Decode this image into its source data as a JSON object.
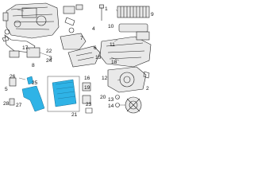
{
  "callouts": {
    "c1": "1",
    "c2": "2",
    "c3": "3",
    "c4": "4",
    "c5": "5",
    "c6": "6",
    "c7": "7",
    "c8": "8",
    "c9": "9",
    "c10": "10",
    "c11": "11",
    "c12": "12",
    "c13": "13",
    "c14": "14",
    "c15": "15",
    "c16": "16",
    "c17": "17",
    "c18": "18",
    "c19": "19",
    "c20": "20",
    "c21": "21",
    "c22": "22",
    "c23": "23",
    "c24": "24",
    "c25": "25",
    "c26": "26",
    "c27": "27",
    "c28": "28"
  },
  "colors": {
    "highlight": "#2fb3e6",
    "line": "#222222"
  }
}
